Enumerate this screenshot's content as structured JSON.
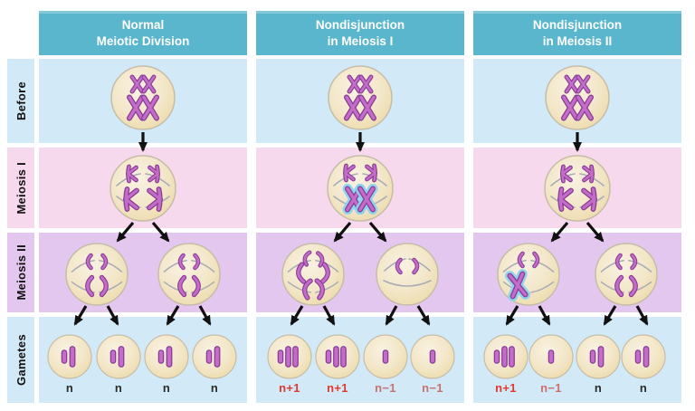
{
  "header": {
    "columns": [
      {
        "line1": "Normal",
        "line2": "Meiotic Division"
      },
      {
        "line1": "Nondisjunction",
        "line2": "in Meiosis I"
      },
      {
        "line1": "Nondisjunction",
        "line2": "in Meiosis II"
      }
    ]
  },
  "rows": [
    {
      "label": "Before"
    },
    {
      "label": "Meiosis I"
    },
    {
      "label": "Meiosis II"
    },
    {
      "label": "Gametes"
    }
  ],
  "gametes": {
    "normal": [
      {
        "text": "n",
        "tone": "dark"
      },
      {
        "text": "n",
        "tone": "dark"
      },
      {
        "text": "n",
        "tone": "dark"
      },
      {
        "text": "n",
        "tone": "dark"
      }
    ],
    "ndj_meiosis1": [
      {
        "text": "n+1",
        "tone": "red"
      },
      {
        "text": "n+1",
        "tone": "red"
      },
      {
        "text": "n−1",
        "tone": "muted"
      },
      {
        "text": "n−1",
        "tone": "muted"
      }
    ],
    "ndj_meiosis2": [
      {
        "text": "n+1",
        "tone": "red"
      },
      {
        "text": "n−1",
        "tone": "muted"
      },
      {
        "text": "n",
        "tone": "dark"
      },
      {
        "text": "n",
        "tone": "dark"
      }
    ]
  },
  "colors": {
    "header_teal": "#5ab6cd",
    "band_blue": "#d2e9f7",
    "band_pink": "#f7d9ed",
    "band_lilac": "#e4c7ee",
    "cell_border": "#c6bda9",
    "chromosome": "#c46cc9",
    "chromosome_outline": "#8a3d94",
    "highlight_blue": "#8ad3f0",
    "spindle_gray": "#a9abb5",
    "label_red": "#e0392f",
    "label_muted_red": "#c9716e",
    "label_dark": "#2b2b2b"
  }
}
